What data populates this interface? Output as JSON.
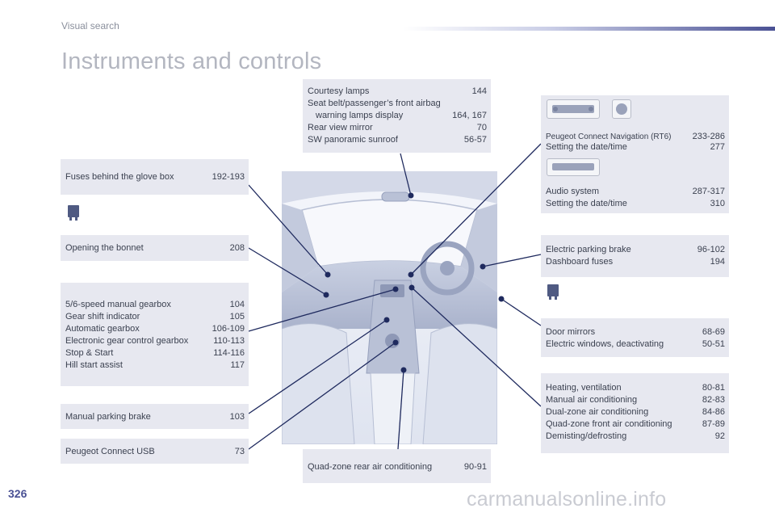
{
  "header": {
    "section": "Visual search",
    "title": "Instruments and controls"
  },
  "boxes": {
    "courtesy": [
      {
        "label": "Courtesy lamps",
        "pages": "144"
      },
      {
        "label": "Seat belt/passenger’s front airbag",
        "pages": ""
      },
      {
        "label": "warning lamps display",
        "pages": "164, 167",
        "indent": true
      },
      {
        "label": "Rear view mirror",
        "pages": "70"
      },
      {
        "label": "SW panoramic sunroof",
        "pages": "56-57"
      }
    ],
    "navigation": [
      {
        "label": "Peugeot Connect Navigation (RT6)",
        "pages": "233-286"
      },
      {
        "label": "Setting the date/time",
        "pages": "277"
      }
    ],
    "audio": [
      {
        "label": "Audio system",
        "pages": "287-317"
      },
      {
        "label": "Setting the date/time",
        "pages": "310"
      }
    ],
    "fuses_glovebox": [
      {
        "label": "Fuses behind the glove box",
        "pages": "192-193"
      }
    ],
    "bonnet": [
      {
        "label": "Opening the bonnet",
        "pages": "208"
      }
    ],
    "gearbox": [
      {
        "label": "5/6-speed manual gearbox",
        "pages": "104"
      },
      {
        "label": "Gear shift indicator",
        "pages": "105"
      },
      {
        "label": "Automatic gearbox",
        "pages": "106-109"
      },
      {
        "label": "Electronic gear control gearbox",
        "pages": "110-113"
      },
      {
        "label": "Stop & Start",
        "pages": "114-116"
      },
      {
        "label": "Hill start assist",
        "pages": "117"
      }
    ],
    "parking_manual": [
      {
        "label": "Manual parking brake",
        "pages": "103"
      }
    ],
    "usb": [
      {
        "label": "Peugeot Connect USB",
        "pages": "73"
      }
    ],
    "rear_ac": [
      {
        "label": "Quad-zone rear air conditioning",
        "pages": "90-91"
      }
    ],
    "electric_brake": [
      {
        "label": "Electric parking brake",
        "pages": "96-102"
      },
      {
        "label": "Dashboard fuses",
        "pages": "194"
      }
    ],
    "mirrors": [
      {
        "label": "Door mirrors",
        "pages": "68-69"
      },
      {
        "label": "Electric windows, deactivating",
        "pages": "50-51"
      }
    ],
    "heating": [
      {
        "label": "Heating, ventilation",
        "pages": "80-81"
      },
      {
        "label": "Manual air conditioning",
        "pages": "82-83"
      },
      {
        "label": "Dual-zone air conditioning",
        "pages": "84-86"
      },
      {
        "label": "Quad-zone front air conditioning",
        "pages": "87-89"
      },
      {
        "label": "Demisting/defrosting",
        "pages": "92"
      }
    ]
  },
  "footer": {
    "page_number": "326",
    "watermark": "carmanualsonline.info"
  },
  "colors": {
    "box_bg": "#e7e8f0",
    "leader": "#1f2a5e",
    "accent": "#4a5194"
  }
}
